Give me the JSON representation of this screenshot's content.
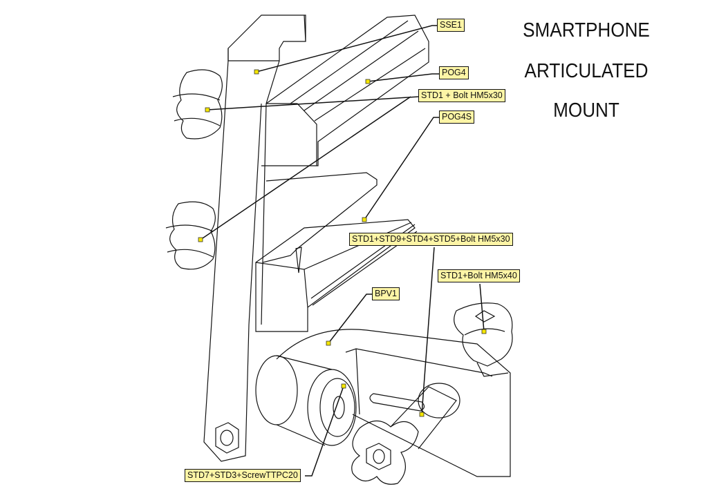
{
  "title": {
    "line1": "SMARTPHONE",
    "line2": "ARTICULATED",
    "line3": "MOUNT"
  },
  "callouts": [
    {
      "id": "sse1",
      "text": "SSE1"
    },
    {
      "id": "pog4",
      "text": "POG4"
    },
    {
      "id": "std1-bolt-hm5x30",
      "text": "STD1 + Bolt HM5x30"
    },
    {
      "id": "pog4s",
      "text": "POG4S"
    },
    {
      "id": "std-assembly",
      "text": "STD1+STD9+STD4+STD5+Bolt HM5x30"
    },
    {
      "id": "std1-bolt-hm5x40",
      "text": "STD1+Bolt HM5x40"
    },
    {
      "id": "bpv1",
      "text": "BPV1"
    },
    {
      "id": "std7-screw",
      "text": "STD7+STD3+ScrewTTPC20"
    }
  ],
  "colors": {
    "label_fill": "#fdf5a6",
    "marker": "#f5e600",
    "line": "#111111"
  }
}
